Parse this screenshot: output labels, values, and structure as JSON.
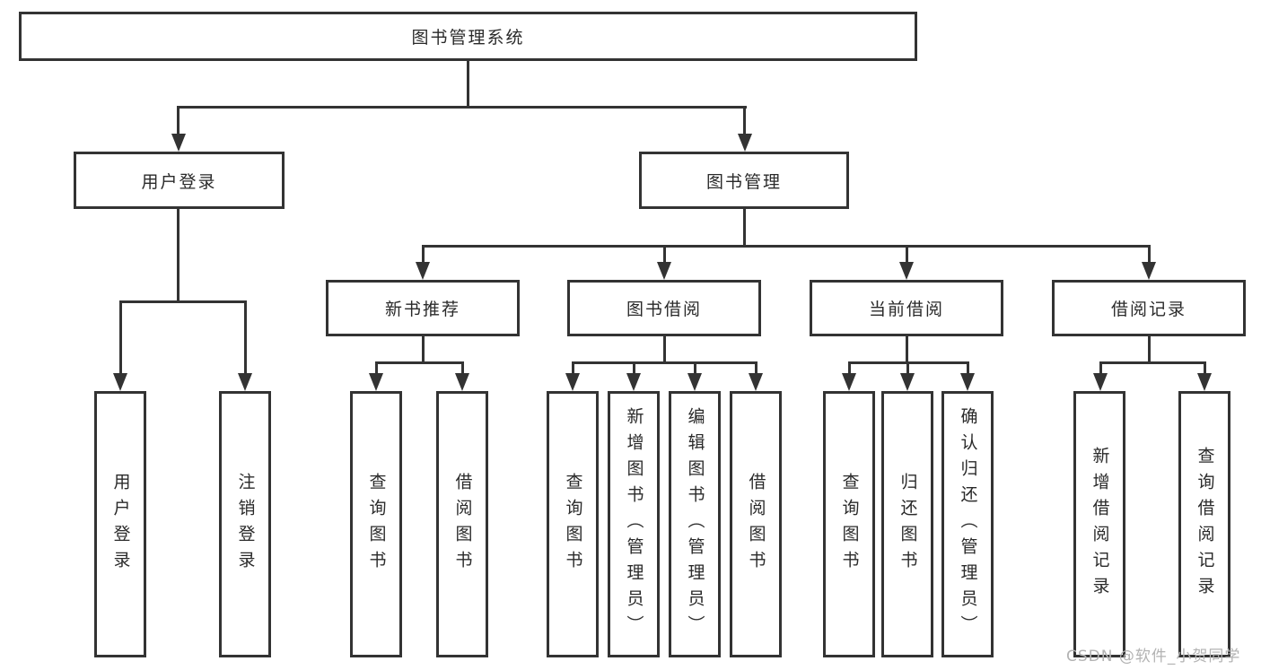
{
  "diagram": {
    "root": {
      "label": "图书管理系统"
    },
    "branches": [
      {
        "label": "用户登录",
        "children": [
          {
            "label": "用户登录"
          },
          {
            "label": "注销登录"
          }
        ]
      },
      {
        "label": "图书管理",
        "children": [
          {
            "label": "新书推荐",
            "children": [
              {
                "label": "查询图书"
              },
              {
                "label": "借阅图书"
              }
            ]
          },
          {
            "label": "图书借阅",
            "children": [
              {
                "label": "查询图书"
              },
              {
                "label": "新增图书（管理员）"
              },
              {
                "label": "编辑图书（管理员）"
              },
              {
                "label": "借阅图书"
              }
            ]
          },
          {
            "label": "当前借阅",
            "children": [
              {
                "label": "查询图书"
              },
              {
                "label": "归还图书"
              },
              {
                "label": "确认归还（管理员）"
              }
            ]
          },
          {
            "label": "借阅记录",
            "children": [
              {
                "label": "新增借阅记录"
              },
              {
                "label": "查询借阅记录"
              }
            ]
          }
        ]
      }
    ],
    "watermark": "CSDN @软件_小贺同学",
    "colors": {
      "line": "#333333",
      "text": "#2a2a2a",
      "watermark": "#b3b3b3",
      "background": "#ffffff"
    }
  }
}
